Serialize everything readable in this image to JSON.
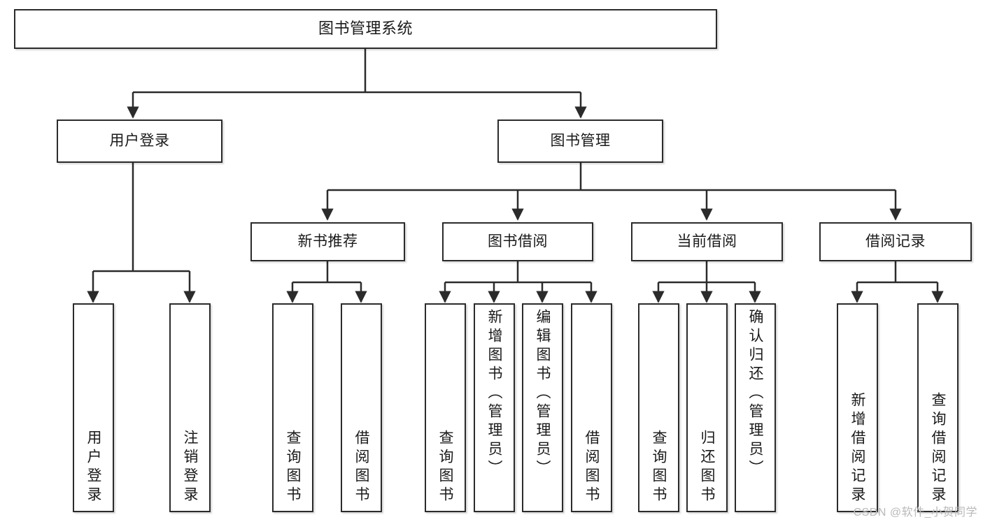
{
  "diagram": {
    "type": "tree",
    "title": "图书管理系统",
    "orientation": "top-down",
    "watermark": "CSDN @软件_小贺同学",
    "colors": {
      "box_border": "#2b2b2b",
      "box_fill": "#ffffff",
      "connector": "#2b2b2b",
      "text": "#1a1a1a",
      "watermark": "#b9b9b9"
    },
    "root": {
      "label": "图书管理系统"
    },
    "level2": [
      {
        "id": "user-login",
        "label": "用户登录"
      },
      {
        "id": "book-manage",
        "label": "图书管理"
      }
    ],
    "level3": [
      {
        "id": "new-book-recommend",
        "label": "新书推荐"
      },
      {
        "id": "book-borrow",
        "label": "图书借阅"
      },
      {
        "id": "current-borrow",
        "label": "当前借阅"
      },
      {
        "id": "borrow-record",
        "label": "借阅记录"
      }
    ],
    "leaves": {
      "user_login": [
        {
          "id": "leaf-user-login",
          "label": "用户登录"
        },
        {
          "id": "leaf-logout-login",
          "label": "注销登录"
        }
      ],
      "new_book_recommend": [
        {
          "id": "leaf-query-book-1",
          "label": "查询图书"
        },
        {
          "id": "leaf-borrow-book-1",
          "label": "借阅图书"
        }
      ],
      "book_borrow": [
        {
          "id": "leaf-query-book-2",
          "label": "查询图书"
        },
        {
          "id": "leaf-add-book",
          "label": "新增图书（管理员）"
        },
        {
          "id": "leaf-edit-book",
          "label": "编辑图书（管理员）"
        },
        {
          "id": "leaf-borrow-book-2",
          "label": "借阅图书"
        }
      ],
      "current_borrow": [
        {
          "id": "leaf-query-book-3",
          "label": "查询图书"
        },
        {
          "id": "leaf-return-book",
          "label": "归还图书"
        },
        {
          "id": "leaf-confirm-return",
          "label": "确认归还（管理员）"
        }
      ],
      "borrow_record": [
        {
          "id": "leaf-add-borrow-record",
          "label": "新增借阅记录"
        },
        {
          "id": "leaf-query-borrow-record",
          "label": "查询借阅记录"
        }
      ]
    }
  }
}
